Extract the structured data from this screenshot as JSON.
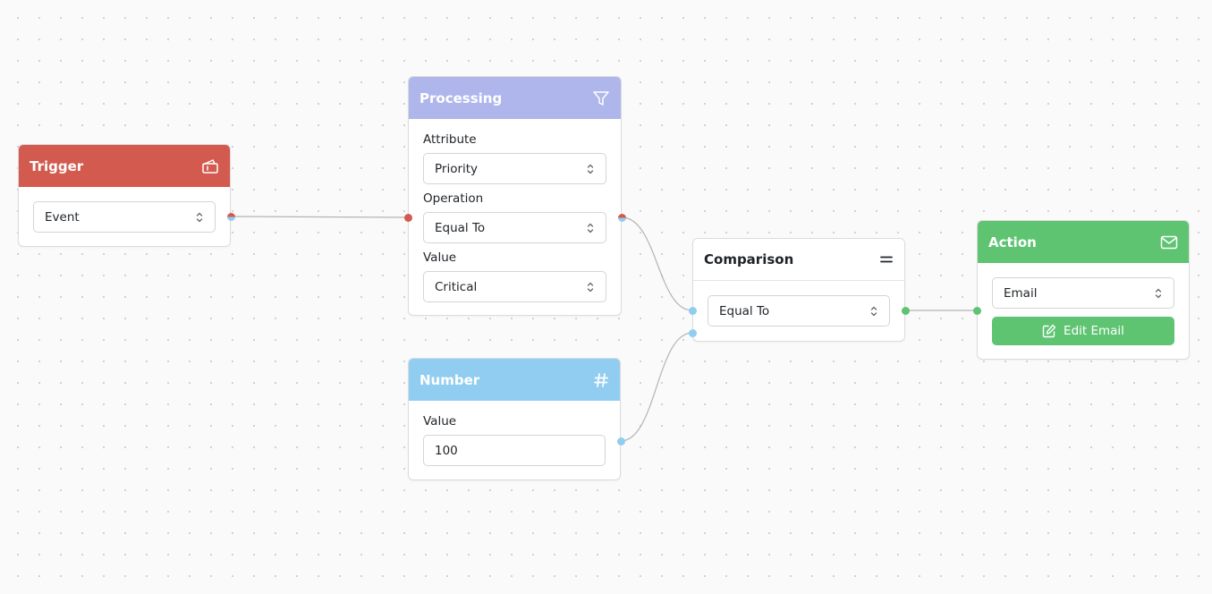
{
  "colors": {
    "trigger": "#d35a4f",
    "processing": "#aeb6ec",
    "number": "#91cdf0",
    "action": "#5fc472",
    "edge": "#b4b4b4",
    "handle_red": "#d35a4f",
    "handle_blue": "#91cdf0",
    "handle_green": "#5fc472"
  },
  "trigger": {
    "title": "Trigger",
    "icon": "ticket-icon",
    "select_value": "Event"
  },
  "processing": {
    "title": "Processing",
    "icon": "filter-icon",
    "attribute_label": "Attribute",
    "attribute_value": "Priority",
    "operation_label": "Operation",
    "operation_value": "Equal To",
    "value_label": "Value",
    "value_value": "Critical"
  },
  "number": {
    "title": "Number",
    "icon": "hash-icon",
    "value_label": "Value",
    "value_input": "100"
  },
  "comparison": {
    "title": "Comparison",
    "icon": "equals-icon",
    "select_value": "Equal To"
  },
  "action": {
    "title": "Action",
    "icon": "mail-icon",
    "select_value": "Email",
    "button_label": "Edit Email",
    "button_icon": "edit-icon"
  }
}
